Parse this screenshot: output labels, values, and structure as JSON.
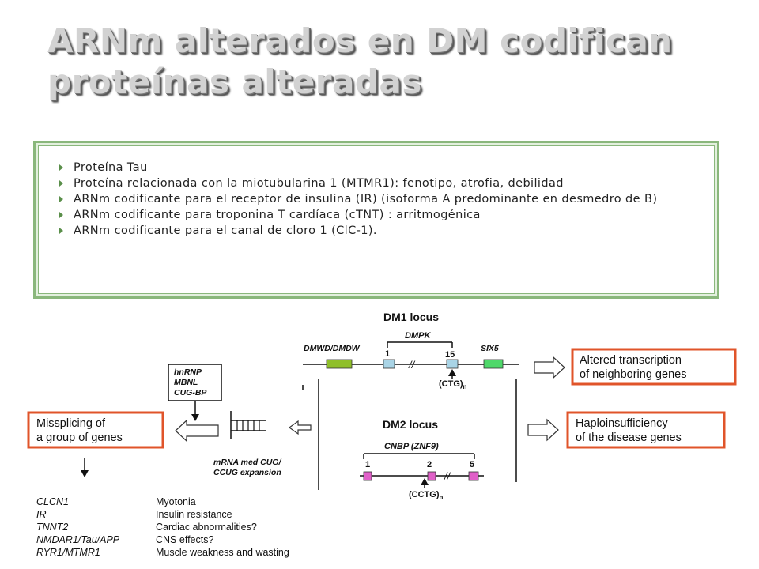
{
  "title": "ARNm alterados en DM codifican proteínas alteradas",
  "bullets": [
    "Proteína Tau",
    "Proteína relacionada con la miotubularina 1 (MTMR1): fenotipo, atrofia, debilidad",
    "ARNm codificante para el receptor de insulina (IR)  (isoforma A predominante en desmedro de B)",
    "ARNm codificante para troponina T cardíaca (cTNT) : arritmogénica",
    "ARNm codificante para el canal de cloro 1 (ClC-1)."
  ],
  "figure": {
    "dm1_title": "DM1 locus",
    "dm1_genes": {
      "left": "DMWD/DMDW",
      "center": "DMPK",
      "right": "SIX5"
    },
    "dm1_exons": {
      "first": "1",
      "last": "15"
    },
    "dm1_repeat": "(CTG)",
    "dm1_repeat_sub": "n",
    "dm2_title": "DM2 locus",
    "dm2_gene": "CNBP (ZNF9)",
    "dm2_exons": [
      "1",
      "2",
      "5"
    ],
    "dm2_repeat": "(CCTG)",
    "dm2_repeat_sub": "n",
    "proteins": [
      "hnRNP",
      "MBNL",
      "CUG-BP"
    ],
    "mrna_label": [
      "mRNA med CUG/",
      "CCUG expansion"
    ],
    "box_right_top": [
      "Altered transcription",
      "of neighboring genes"
    ],
    "box_right_bottom": [
      "Haploinsufficiency",
      "of the disease genes"
    ],
    "box_left": [
      "Missplicing of",
      "a group of genes"
    ],
    "effects": [
      {
        "gene": "CLCN1",
        "effect": "Myotonia"
      },
      {
        "gene": "IR",
        "effect": "Insulin resistance"
      },
      {
        "gene": "TNNT2",
        "effect": "Cardiac abnormalities?"
      },
      {
        "gene": "NMDAR1/Tau/APP",
        "effect": "CNS effects?"
      },
      {
        "gene": "RYR1/MTMR1",
        "effect": "Muscle weakness and wasting"
      }
    ]
  },
  "colors": {
    "red_box": "#e0542a",
    "green_border": "#8ab77c",
    "dmwd_exon": "#8fbf2a",
    "six5_exon": "#4fd86a",
    "dmpk_exon": "#a9d4e6",
    "dm2_exon": "#e060c8"
  }
}
